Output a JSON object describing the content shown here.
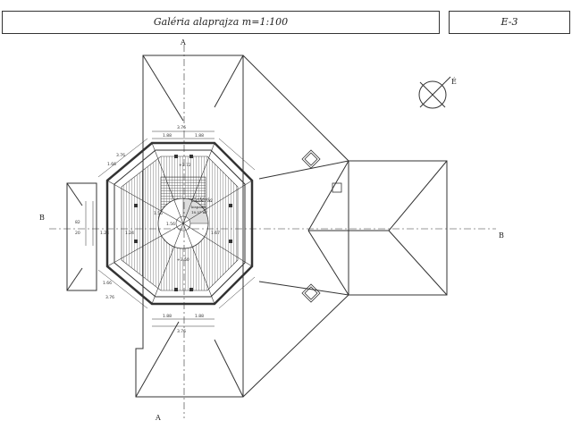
{
  "title": "Galéria alaprajza m=1:100",
  "sheet": "E-3",
  "north_label": "É",
  "section_a_top": "A",
  "section_a_bottom": "A",
  "section_b_left": "B",
  "section_b_right": "B",
  "room": {
    "name": "Galéria",
    "sub": "kispadló",
    "area": "18.57 m²"
  },
  "level_top": "+3.72",
  "level_mid": "+3.50",
  "dims": {
    "top_total": "3.76",
    "top_left": "1.88",
    "top_right": "1.88",
    "bottom_total": "3.76",
    "bottom_left": "1.88",
    "bottom_right": "1.88",
    "top_diag_a": "1.66",
    "top_diag_b": "3.76",
    "bottom_diag_a": "1.66",
    "bottom_diag_b": "3.76",
    "left_a": "1.24",
    "left_b": "1.24",
    "left_mid": "1.56",
    "right_mid": "1.67",
    "center_v": "1.56",
    "small_a": "82",
    "small_b": "20"
  },
  "colors": {
    "line": "#333333",
    "hatch": "#555555",
    "frame": "#333333"
  }
}
